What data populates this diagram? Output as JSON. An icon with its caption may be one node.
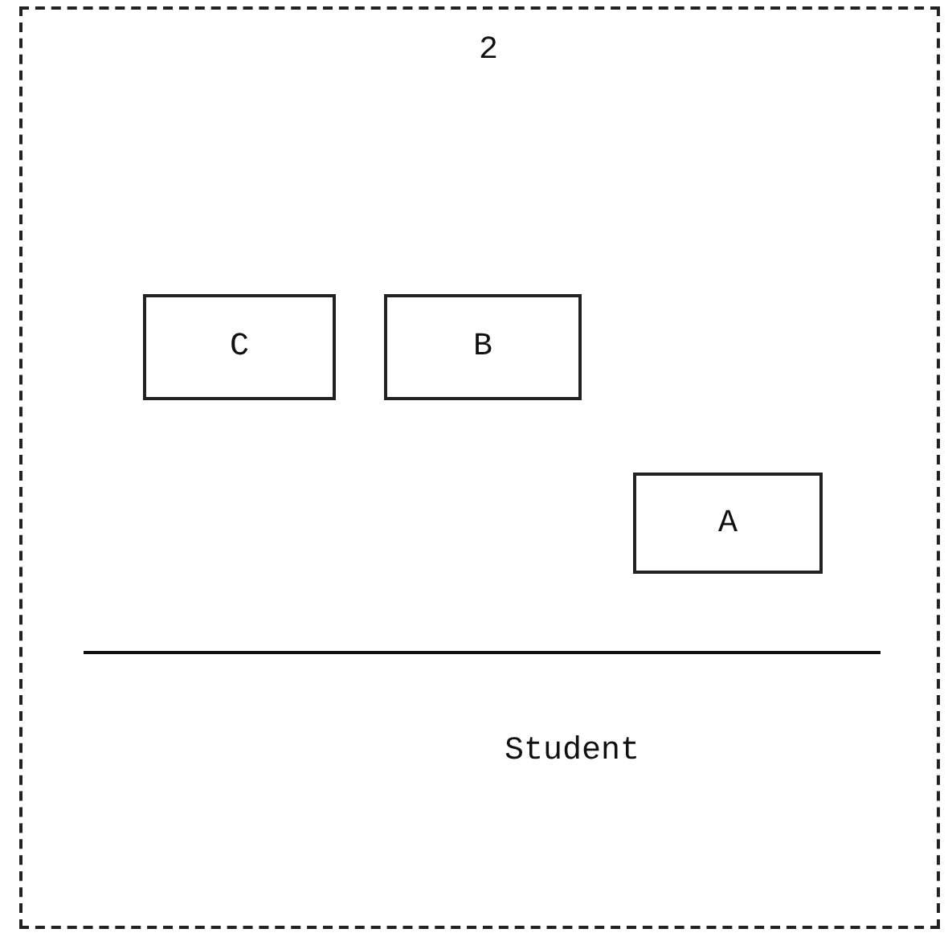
{
  "diagram": {
    "nodes": [
      {
        "text": [
          "2",
          "Student"
        ]
      },
      {
        "text": [
          "C"
        ],
        "in": 0
      },
      {
        "text": [
          "B"
        ],
        "in": 0
      },
      {
        "text": [
          "A"
        ],
        "in": 0
      }
    ]
  }
}
